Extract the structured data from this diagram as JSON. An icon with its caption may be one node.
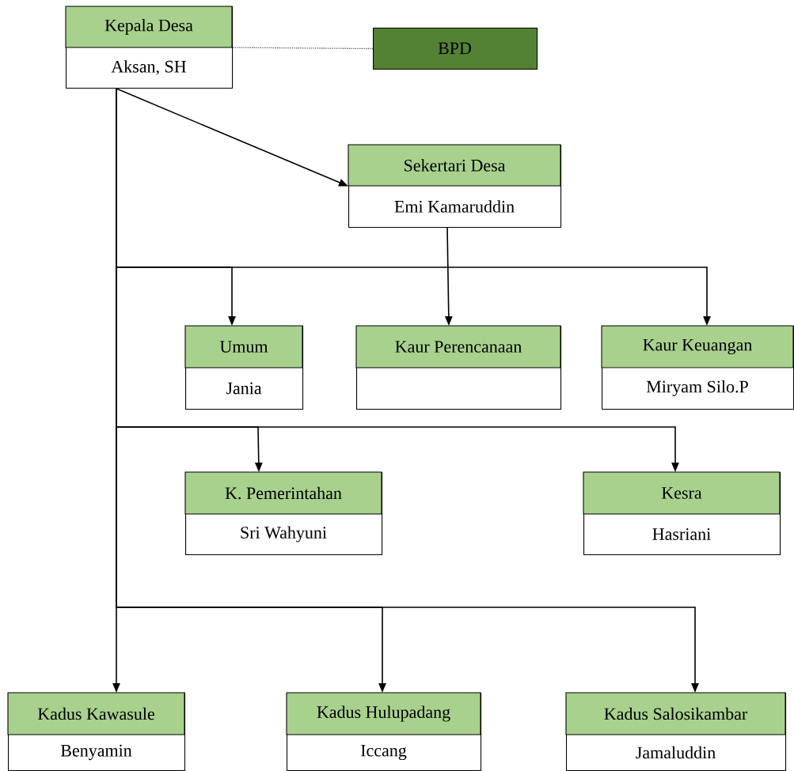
{
  "diagram": {
    "nodes": [
      {
        "text": [
          "Kepala Desa",
          "Aksan, SH"
        ]
      },
      {
        "text": [
          "BPD"
        ]
      },
      {
        "text": [
          "Sekertari Desa",
          "Emi Kamaruddin"
        ]
      },
      {
        "text": [
          "Umum",
          "Jania"
        ]
      },
      {
        "text": [
          "Kaur Perencanaan"
        ]
      },
      {
        "text": [
          "Kaur Keuangan",
          "Miryam Silo.P"
        ]
      },
      {
        "text": [
          "K. Pemerintahan",
          "Sri Wahyuni"
        ]
      },
      {
        "text": [
          "Kesra",
          "Hasriani"
        ]
      },
      {
        "text": [
          "Kadus Kawasule",
          "Benyamin"
        ]
      },
      {
        "text": [
          "Kadus Hulupadang",
          "Iccang"
        ]
      },
      {
        "text": [
          "Kadus Salosikambar",
          "Jamaluddin"
        ]
      }
    ],
    "edges": [
      {
        "from": 0,
        "to": 1,
        "arrow": "none",
        "style": "dashed"
      },
      {
        "from": 0,
        "to": 2,
        "arrow": "to"
      },
      {
        "from": 0,
        "to": 3,
        "arrow": "to"
      },
      {
        "from": 2,
        "to": 4,
        "arrow": "to"
      },
      {
        "from": 0,
        "to": 5,
        "arrow": "to"
      },
      {
        "from": 0,
        "to": 6,
        "arrow": "to"
      },
      {
        "from": 0,
        "to": 7,
        "arrow": "to"
      },
      {
        "from": 0,
        "to": 8,
        "arrow": "to"
      },
      {
        "from": 0,
        "to": 9,
        "arrow": "to"
      },
      {
        "from": 0,
        "to": 10,
        "arrow": "to"
      }
    ]
  }
}
